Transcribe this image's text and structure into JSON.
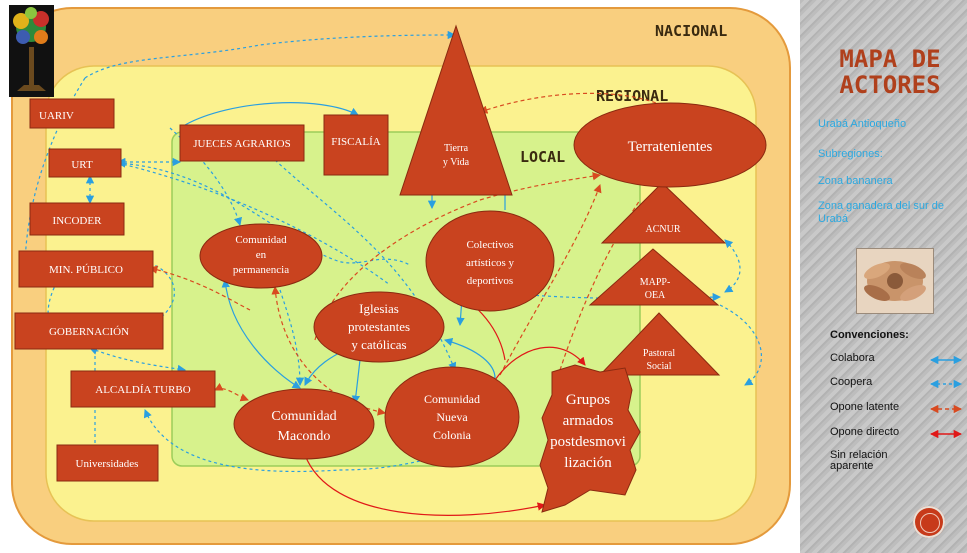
{
  "title": "MAPA DE ACTORES",
  "title_lines": [
    "MAPA DE",
    "ACTORES"
  ],
  "regions": [
    {
      "text": "Urabá Antioqueño"
    },
    {
      "text": "Subregiones:"
    },
    {
      "text": "Zona bananera"
    },
    {
      "text": "Zona ganadera del sur de Urabá"
    }
  ],
  "zones": {
    "national": "NACIONAL",
    "regional": "REGIONAL",
    "local": "LOCAL"
  },
  "actors": {
    "uariv": "UARIV",
    "urt": "URT",
    "incoder": "INCODER",
    "min_publico": "MIN. PÚBLICO",
    "gobernacion": "GOBERNACIÓN",
    "alcaldia": "ALCALDÍA TURBO",
    "universidades": "Universidades",
    "jueces": "JUECES AGRARIOS",
    "fiscalia": "FISCALÍA",
    "tierra_vida": [
      "Tierra",
      "y Vida"
    ],
    "terratenientes": "Terratenientes",
    "acnur": "ACNUR",
    "mapp": [
      "MAPP-",
      "OEA"
    ],
    "pastoral": [
      "Pastoral",
      "Social"
    ],
    "comunidad_perm": [
      "Comunidad",
      "en",
      "permanencia"
    ],
    "colectivos": [
      "Colectivos",
      "artísticos y",
      "deportivos"
    ],
    "iglesias": [
      "Iglesias",
      "protestantes",
      "y católicas"
    ],
    "macondo": [
      "Comunidad",
      "Macondo"
    ],
    "nueva_colonia": [
      "Comunidad",
      "Nueva",
      "Colonia"
    ],
    "grupos": [
      "Grupos",
      "armados",
      "postdesmovi",
      "lización"
    ]
  },
  "conventions": {
    "title": "Convenciones:",
    "items": [
      {
        "label": "Colabora",
        "color": "#2a9fe0",
        "style": "solid",
        "arrows": "both"
      },
      {
        "label": "Coopera",
        "color": "#2a9fe0",
        "style": "dashed",
        "arrows": "both"
      },
      {
        "label": "Opone latente",
        "color": "#d84a20",
        "style": "dashed",
        "arrows": "both"
      },
      {
        "label": "Opone directo",
        "color": "#e01818",
        "style": "solid",
        "arrows": "both"
      },
      {
        "label": "Sin relación aparente",
        "color": "",
        "style": "none",
        "arrows": "none"
      }
    ]
  },
  "colors": {
    "national_zone": "#f9cf7f",
    "regional_zone": "#fbf28f",
    "local_zone": "#d7f28c",
    "actor_fill": "#c9431f",
    "collaborate": "#2a9fe0",
    "oppose_latent": "#d84a20",
    "oppose_direct": "#e01818",
    "title": "#b0401c",
    "region_text": "#2aa8e0"
  }
}
